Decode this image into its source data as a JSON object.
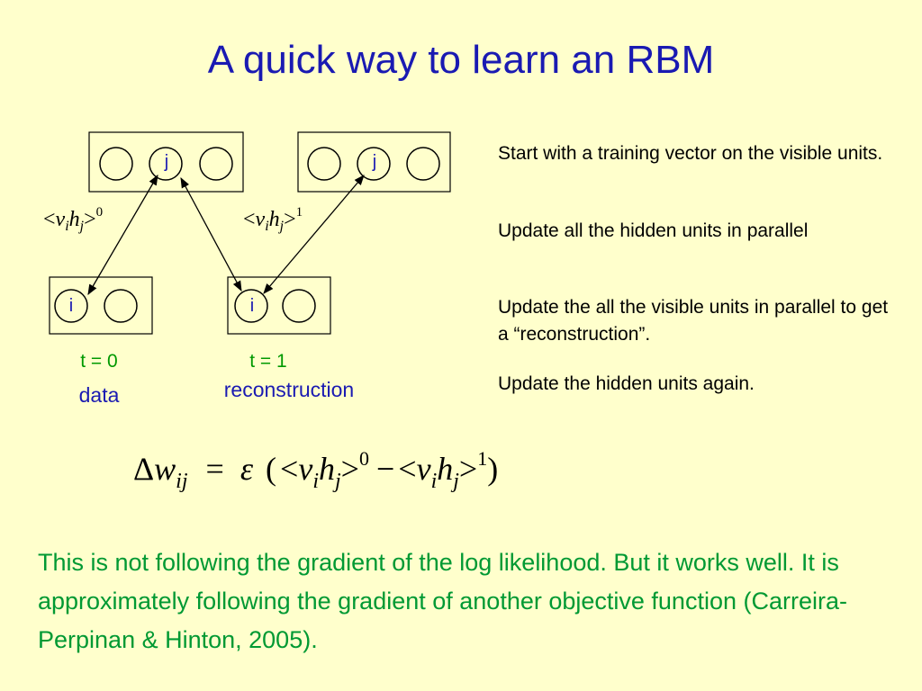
{
  "slide": {
    "title": "A quick way to learn an RBM",
    "diagram": {
      "hidden_unit_label": "j",
      "visible_unit_label": "i",
      "stat0": {
        "lt": "<",
        "v": "v",
        "i": "i",
        "h": "h",
        "j": "j",
        "gt": ">",
        "sup": "0"
      },
      "stat1": {
        "lt": "<",
        "v": "v",
        "i": "i",
        "h": "h",
        "j": "j",
        "gt": ">",
        "sup": "1"
      },
      "t0_label": "t = 0",
      "t1_label": "t = 1",
      "data_label": "data",
      "reconstruction_label": "reconstruction"
    },
    "steps": [
      "Start with a training vector on the visible units.",
      "Update all the hidden units in parallel",
      "Update the all the visible units in parallel to get a “reconstruction”.",
      "Update the hidden units again."
    ],
    "equation": {
      "delta": "Δ",
      "w": "w",
      "w_sub": "ij",
      "equals": "=",
      "epsilon": "ε",
      "open_paren": "(",
      "lt1": "<",
      "v1": "v",
      "i1": "i",
      "h1": "h",
      "j1": "j",
      "gt1": ">",
      "sup1": "0",
      "minus": "−",
      "lt2": "<",
      "v2": "v",
      "i2": "i",
      "h2": "h",
      "j2": "j",
      "gt2": ">",
      "sup2": "1",
      "close_paren": ")"
    },
    "note": "This is not following the gradient of the log likelihood. But it works well. It is approximately following the gradient of another objective function (Carreira-Perpinan & Hinton, 2005).",
    "colors": {
      "background": "#FFFFCC",
      "title": "#1A1AB2",
      "time_label": "#009900",
      "note": "#009933"
    }
  }
}
